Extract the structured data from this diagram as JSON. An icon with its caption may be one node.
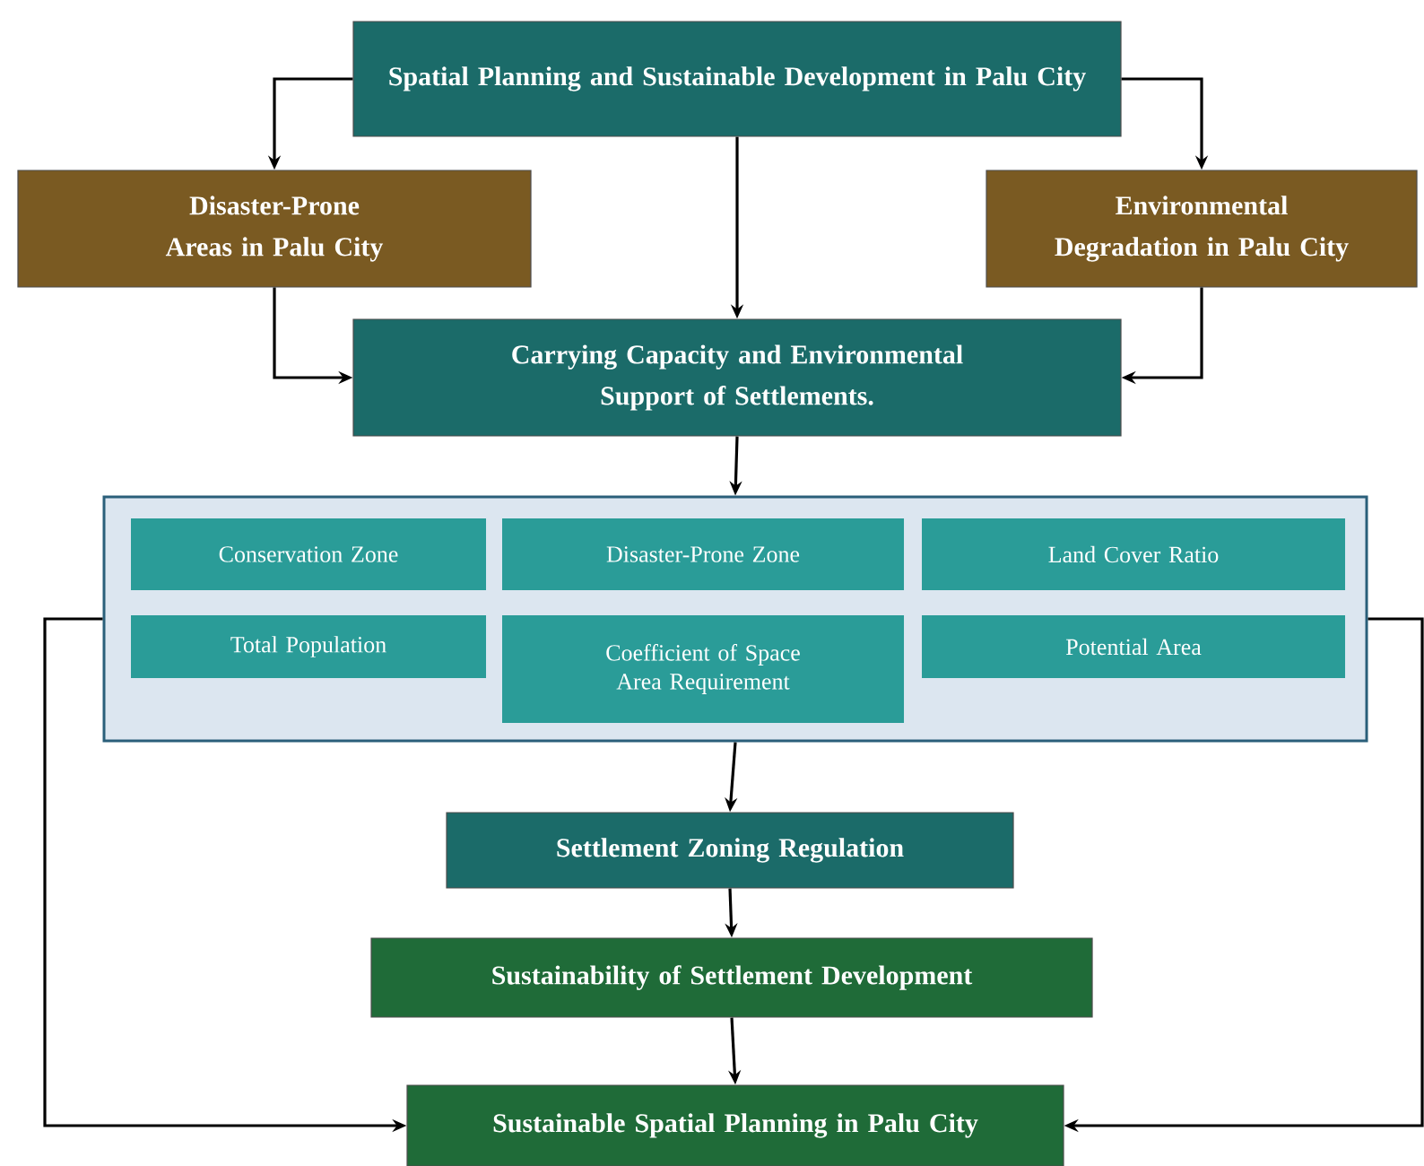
{
  "diagram": {
    "nodes": [
      {
        "text": [
          "Spatial Planning and Sustainable Development in Palu City"
        ]
      },
      {
        "text": [
          "Disaster-Prone Areas in Palu City"
        ]
      },
      {
        "text": [
          "Environmental Degradation in Palu City"
        ]
      },
      {
        "text": [
          "Carrying Capacity and Environmental Support of Settlements."
        ]
      },
      {
        "text": [],
        "shape": "box"
      },
      {
        "text": [
          "Conservation Zone"
        ],
        "in": 4
      },
      {
        "text": [
          "Disaster-Prone Zone"
        ],
        "in": 4
      },
      {
        "text": [
          "Land Cover Ratio"
        ],
        "in": 4
      },
      {
        "text": [
          "Total Population"
        ],
        "in": 4
      },
      {
        "text": [
          "Coefficient of Space Area Requirement"
        ],
        "in": 4
      },
      {
        "text": [
          "Potential Area"
        ],
        "in": 4
      },
      {
        "text": [
          "Settlement Zoning Regulation"
        ]
      },
      {
        "text": [
          "Sustainability of Settlement Development"
        ]
      },
      {
        "text": [
          "Sustainable Spatial Planning in Palu City"
        ]
      }
    ],
    "edges": [
      {
        "from": 0,
        "to": 1,
        "arrow": "to"
      },
      {
        "from": 0,
        "to": 2,
        "arrow": "to"
      },
      {
        "from": 0,
        "to": 3,
        "arrow": "to"
      },
      {
        "from": 1,
        "to": 3,
        "arrow": "to"
      },
      {
        "from": 2,
        "to": 3,
        "arrow": "to"
      },
      {
        "from": 3,
        "to": 4,
        "arrow": "to"
      },
      {
        "from": 4,
        "to": 11,
        "arrow": "to"
      },
      {
        "from": 11,
        "to": 12,
        "arrow": "to"
      },
      {
        "from": 12,
        "to": 13,
        "arrow": "to"
      },
      {
        "from": 4,
        "to": 13,
        "arrow": "to"
      },
      {
        "from": 4,
        "to": 13,
        "arrow": "to"
      }
    ]
  }
}
